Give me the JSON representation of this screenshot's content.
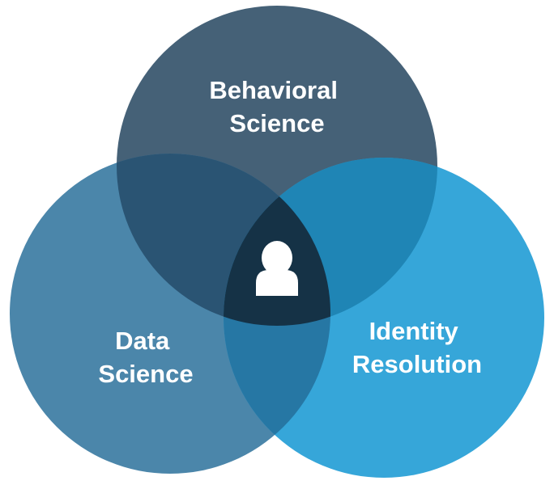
{
  "diagram": {
    "circles": [
      {
        "id": "behavioral",
        "label_lines": [
          "Behavioral",
          "Science"
        ],
        "color": "#456177"
      },
      {
        "id": "data",
        "label_lines": [
          "Data",
          "Science"
        ],
        "color": "#4b86aa"
      },
      {
        "id": "identity",
        "label_lines": [
          "Identity",
          "Resolution"
        ],
        "color": "#36a6d9"
      }
    ],
    "overlap_colors": {
      "behavioral_data": "#2a5473",
      "behavioral_identity": "#1f85b5",
      "data_identity": "#2677a4",
      "center": "#153246"
    },
    "center_icon": {
      "name": "person-icon",
      "color": "#ffffff"
    },
    "label_color": "#ffffff"
  }
}
